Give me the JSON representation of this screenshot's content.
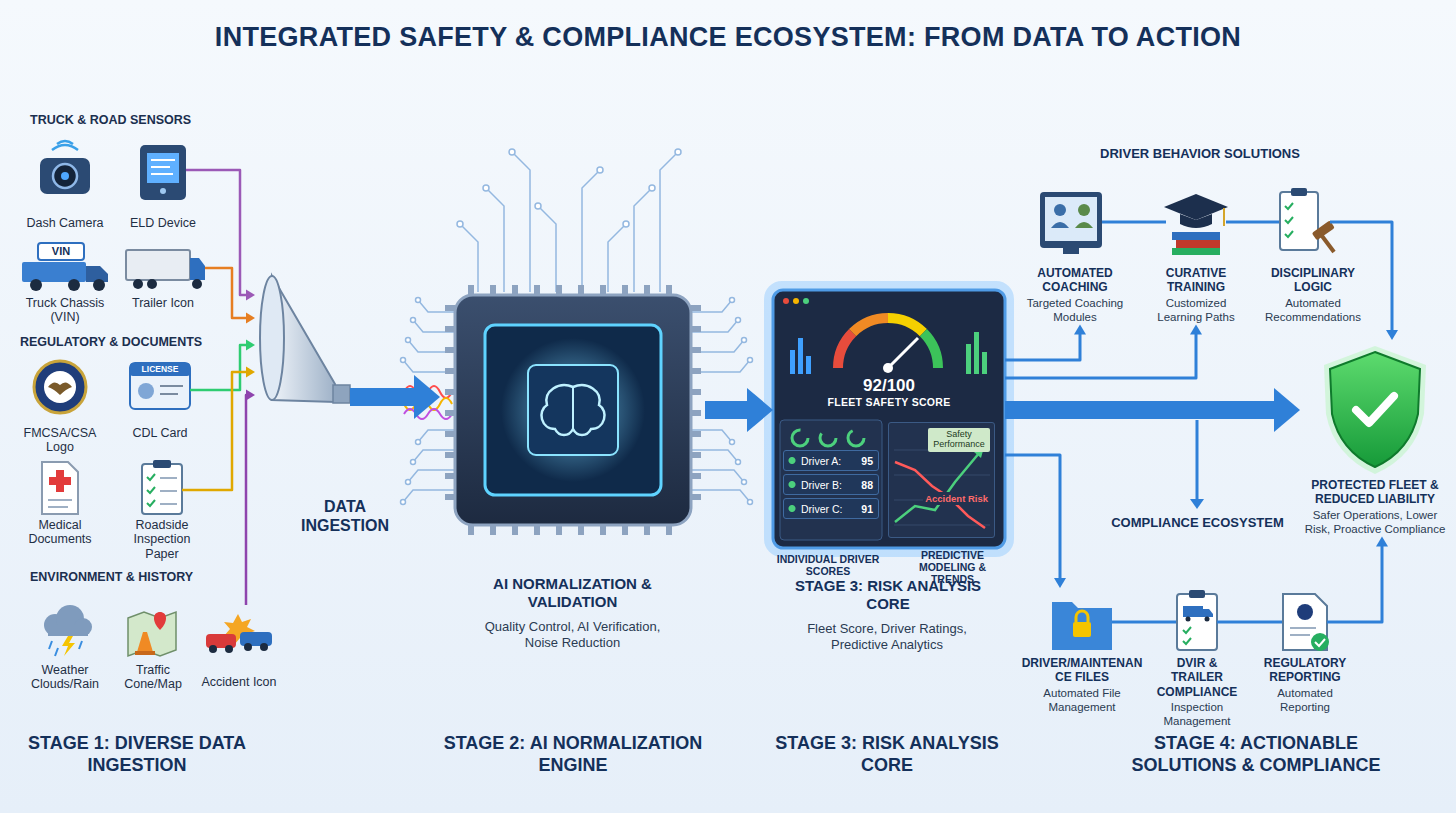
{
  "diagram": {
    "title": "INTEGRATED SAFETY & COMPLIANCE ECOSYSTEM: FROM DATA TO ACTION",
    "nodes": [
      {
        "text": [
          "Dash Camera"
        ]
      },
      {
        "text": [
          "ELD Device"
        ]
      },
      {
        "text": [
          "Truck Chassis (VIN)"
        ]
      },
      {
        "text": [
          "Trailer Icon"
        ]
      },
      {
        "text": [
          "FMCSA/CSA Logo"
        ]
      },
      {
        "text": [
          "CDL Card"
        ]
      },
      {
        "text": [
          "Medical Documents"
        ]
      },
      {
        "text": [
          "Roadside Inspection Paper"
        ]
      },
      {
        "text": [
          "Weather Clouds/Rain"
        ]
      },
      {
        "text": [
          "Traffic Cone/Map"
        ]
      },
      {
        "text": [
          "Accident Icon"
        ]
      },
      {
        "text": [
          "DATA INGESTION"
        ]
      },
      {
        "text": [
          "AI NORMALIZATION & VALIDATION",
          "Quality Control, AI Verification, Noise Reduction"
        ]
      },
      {
        "text": [
          "92/100",
          "FLEET SAFETY SCORE"
        ]
      },
      {
        "text": [
          "Driver A:",
          "95"
        ],
        "in": 13
      },
      {
        "text": [
          "Driver B:",
          "88"
        ],
        "in": 13
      },
      {
        "text": [
          "Driver C:",
          "91"
        ],
        "in": 13
      },
      {
        "text": [
          "Safety Performance",
          "Accident Risk"
        ],
        "in": 13
      },
      {
        "text": [
          "AUTOMATED COACHING",
          "Targeted Coaching Modules"
        ]
      },
      {
        "text": [
          "CURATIVE TRAINING",
          "Customized Learning Paths"
        ]
      },
      {
        "text": [
          "DISCIPLINARY LOGIC",
          "Automated Recommendations"
        ]
      },
      {
        "text": [
          "PROTECTED FLEET & REDUCED LIABILITY",
          "Safer Operations, Lower Risk, Proactive Compliance"
        ]
      },
      {
        "text": [
          "DRIVER/MAINTENANCE FILES",
          "Automated File Management"
        ]
      },
      {
        "text": [
          "DVIR & TRAILER COMPLIANCE",
          "Inspection Management"
        ]
      },
      {
        "text": [
          "REGULATORY REPORTING",
          "Automated Reporting"
        ]
      }
    ],
    "edges": [
      {
        "from": 1,
        "to": 11,
        "arrow": "to"
      },
      {
        "from": 3,
        "to": 11,
        "arrow": "to"
      },
      {
        "from": 5,
        "to": 11,
        "arrow": "to"
      },
      {
        "from": 7,
        "to": 11,
        "arrow": "to"
      },
      {
        "from": 10,
        "to": 11,
        "arrow": "to"
      },
      {
        "from": 11,
        "to": 12,
        "arrow": "to"
      },
      {
        "from": 12,
        "to": 13,
        "arrow": "to"
      },
      {
        "from": 13,
        "to": 18,
        "arrow": "to"
      },
      {
        "from": 13,
        "to": 19,
        "arrow": "to"
      },
      {
        "from": 18,
        "to": 19,
        "arrow": "none"
      },
      {
        "from": 19,
        "to": 20,
        "arrow": "none"
      },
      {
        "from": 20,
        "to": 21,
        "arrow": "to"
      },
      {
        "from": 13,
        "to": 21,
        "arrow": "to"
      },
      {
        "from": 13,
        "to": 22,
        "arrow": "to"
      },
      {
        "from": 22,
        "to": 23,
        "arrow": "none"
      },
      {
        "from": 23,
        "to": 24,
        "arrow": "none"
      },
      {
        "from": 24,
        "to": 21,
        "arrow": "to"
      }
    ],
    "labels": [
      "TRUCK & ROAD SENSORS",
      "VIN",
      "REGULATORY & DOCUMENTS",
      "LICENSE",
      "ENVIRONMENT & HISTORY",
      "STAGE 1: DIVERSE DATA INGESTION",
      "STAGE 2: AI NORMALIZATION ENGINE",
      "INDIVIDUAL DRIVER SCORES",
      "PREDICTIVE MODELING & TRENDS",
      "STAGE 3: RISK ANALYSIS CORE",
      "Fleet Score, Driver Ratings, Predictive Analytics",
      "STAGE 3: RISK ANALYSIS CORE",
      "DRIVER BEHAVIOR SOLUTIONS",
      "COMPLIANCE ECOSYSTEM",
      "STAGE 4: ACTIONABLE SOLUTIONS & COMPLIANCE"
    ]
  }
}
